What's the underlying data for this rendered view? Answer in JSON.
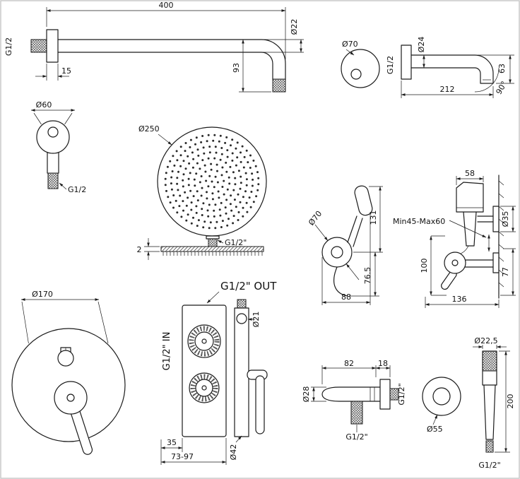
{
  "canvas": {
    "background": "#ffffff",
    "line_color": "#1b1b1b"
  },
  "shower_arm": {
    "length": "400",
    "pipe_diameter": "Ø22",
    "thread": "G1/2",
    "flange_depth": "15",
    "drop_height": "93"
  },
  "wall_spout": {
    "flange_diameter": "Ø70",
    "thread": "G1/2",
    "pipe_diameter": "Ø24",
    "reach": "212",
    "drop_height": "63",
    "angle": "90°"
  },
  "wall_elbow": {
    "flange_diameter": "Ø60",
    "thread": "G1/2"
  },
  "shower_head": {
    "diameter": "Ø250",
    "thickness": "2",
    "thread": "G1/2\""
  },
  "bidet_front": {
    "flange_diameter": "Ø70",
    "upper_height": "131",
    "lower_height": "76.5",
    "width": "88"
  },
  "bidet_side": {
    "head_width": "58",
    "adjust_range": "Min45-Max60",
    "flange_diameter": "Ø35",
    "inlet_height": "100",
    "offset_height": "77",
    "depth": "136"
  },
  "mixer_trim": {
    "diameter": "Ø170"
  },
  "valve": {
    "outlet_label": "G1/2\" OUT",
    "inlet_label": "G1/2\" IN",
    "port_diameter": "Ø21",
    "trim_diameter": "Ø42",
    "min_depth": "35",
    "depth_range": "73-97"
  },
  "outlet_side": {
    "length": "82",
    "flange_depth": "18",
    "body_diameter": "Ø28",
    "rear_thread": "G1/2\"",
    "bottom_thread": "G1/2\""
  },
  "outlet_front": {
    "diameter": "Ø55"
  },
  "handshower": {
    "head_diameter": "Ø22,5",
    "length": "200",
    "thread": "G1/2\""
  }
}
